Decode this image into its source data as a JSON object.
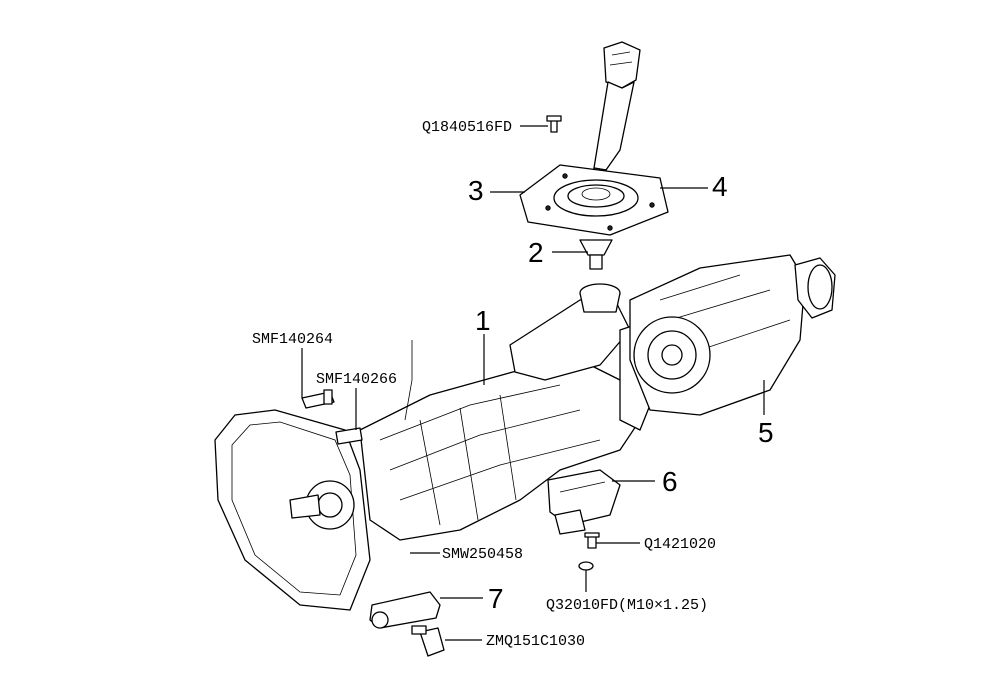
{
  "labels": {
    "n1": "1",
    "n2": "2",
    "n3": "3",
    "n4": "4",
    "n5": "5",
    "n6": "6",
    "n7": "7",
    "bolt_top": "Q1840516FD",
    "smf264": "SMF140264",
    "smf266": "SMF140266",
    "smw": "SMW250458",
    "q1421": "Q1421020",
    "q3201": "Q32010FD(M10×1.25)",
    "zmq": "ZMQ151C1030"
  }
}
